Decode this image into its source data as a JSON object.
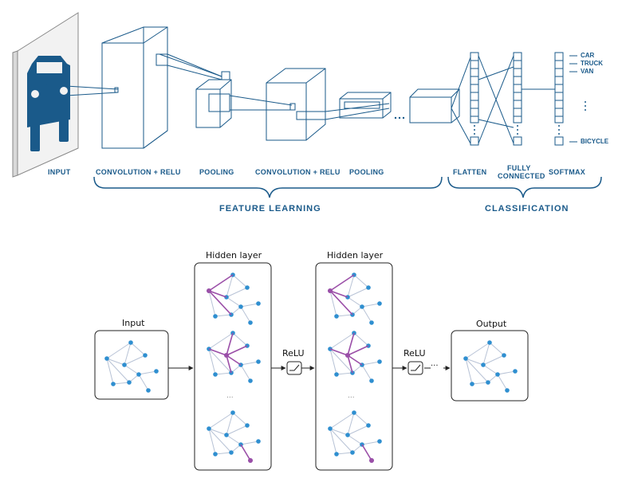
{
  "cnn": {
    "captions": {
      "input": "INPUT",
      "conv1": "CONVOLUTION + RELU",
      "pool1": "POOLING",
      "conv2": "CONVOLUTION + RELU",
      "pool2": "POOLING",
      "flatten": "FLATTEN",
      "fully_connected_1": "FULLY",
      "fully_connected_2": "CONNECTED",
      "softmax": "SOFTMAX"
    },
    "groups": {
      "feature_learning": "FEATURE LEARNING",
      "classification": "CLASSIFICATION"
    },
    "classes": [
      "CAR",
      "TRUCK",
      "VAN",
      "BICYCLE"
    ],
    "ellipsis": "..."
  },
  "gnn": {
    "input_title": "Input",
    "hidden1_title": "Hidden layer",
    "hidden2_title": "Hidden layer",
    "output_title": "Output",
    "relu1": "ReLU",
    "relu2": "ReLU",
    "ellipsis_small": "...",
    "dots": "···"
  },
  "colors": {
    "cnn_blue": "#1a5a8a",
    "node_blue": "#2f8fd0",
    "highlight_purple": "#9b4fa8"
  }
}
